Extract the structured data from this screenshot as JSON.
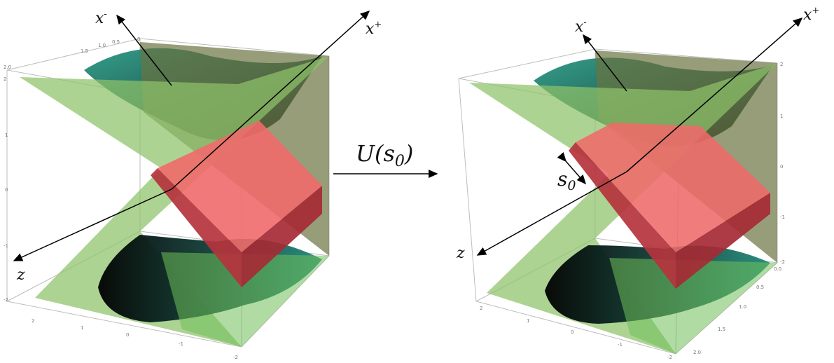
{
  "colors": {
    "cone_teal": "#1e7f70",
    "plane_green": "#8dc26a",
    "plane_olive": "#6b7440",
    "box_red": "#ef6a6a",
    "box_dark_red": "#b5333d",
    "axis_black": "#000000"
  },
  "left_panel": {
    "axis_x_minus": "x",
    "axis_x_minus_sup": "-",
    "axis_x_plus": "x",
    "axis_x_plus_sup": "+",
    "axis_z": "z",
    "ticks_left": [
      "2.0",
      "2",
      "1",
      "0",
      "-1",
      "-2"
    ],
    "ticks_top": [
      "1.5",
      "1.0",
      "0.5",
      "0"
    ],
    "ticks_bottom": [
      "2",
      "1",
      "0",
      "-1",
      "-2"
    ]
  },
  "transform": {
    "label_main": "U(s",
    "label_sub": "0",
    "label_close": ")"
  },
  "right_panel": {
    "axis_x_minus": "x",
    "axis_x_minus_sup": "-",
    "axis_x_plus": "x",
    "axis_x_plus_sup": "+",
    "axis_z": "z",
    "shift_label": "s",
    "shift_label_sub": "0",
    "ticks_right": [
      "2",
      "1",
      "0",
      "-1",
      "-2"
    ],
    "ticks_right_bottom": [
      "0.0",
      "0.5",
      "1.0",
      "1.5",
      "2.0"
    ],
    "ticks_bottom": [
      "2",
      "1",
      "0",
      "-1",
      "-2"
    ]
  }
}
